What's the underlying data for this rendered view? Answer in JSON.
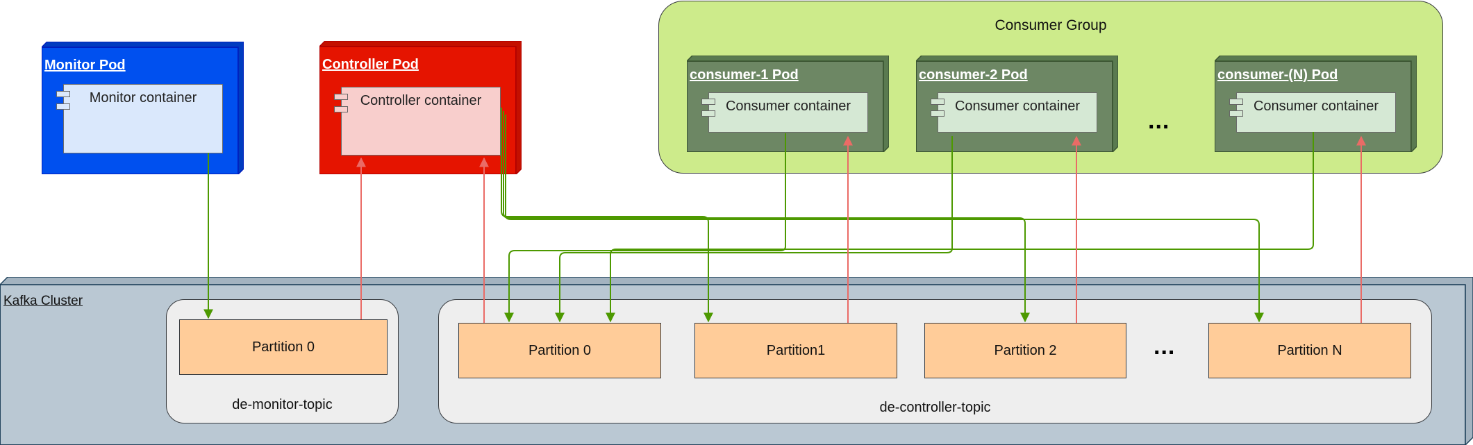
{
  "monitor_pod": {
    "title": "Monitor Pod",
    "container": "Monitor container",
    "color": "#0050ef"
  },
  "controller_pod": {
    "title": "Controller Pod",
    "container": "Controller container",
    "color": "#e51400"
  },
  "consumer_group": {
    "title": "Consumer Group",
    "color": "#cdeb8b",
    "pods": [
      {
        "title": "consumer-1 Pod",
        "container": "Consumer container"
      },
      {
        "title": "consumer-2 Pod",
        "container": "Consumer container"
      },
      {
        "title": "consumer-(N) Pod",
        "container": "Consumer container"
      }
    ],
    "ellipsis": "..."
  },
  "kafka": {
    "title": "Kafka Cluster",
    "color": "#bac8d3",
    "monitor_topic": {
      "name": "de-monitor-topic",
      "partitions": [
        "Partition 0"
      ]
    },
    "controller_topic": {
      "name": "de-controller-topic",
      "partitions": [
        "Partition 0",
        "Partition1",
        "Partition 2",
        "Partition N"
      ],
      "ellipsis": "..."
    }
  },
  "colors": {
    "produce_arrow": "#4d9900",
    "consume_arrow": "#ea6b66",
    "partition_fill": "#ffcc99"
  }
}
